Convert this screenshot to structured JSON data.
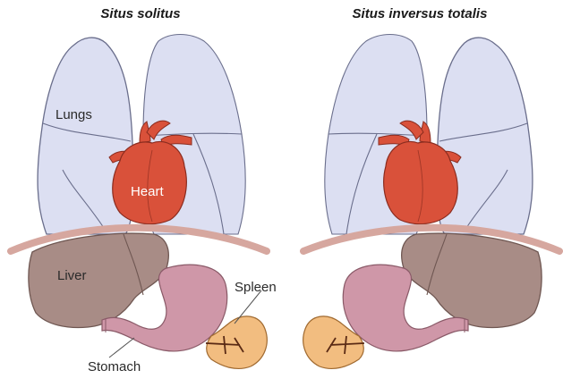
{
  "titles": {
    "left": "Situs solitus",
    "right": "Situs inversus totalis"
  },
  "labels": {
    "lungs": "Lungs",
    "heart": "Heart",
    "liver": "Liver",
    "spleen": "Spleen",
    "stomach": "Stomach"
  },
  "colors": {
    "lung_fill": "#dcdff2",
    "lung_stroke": "#6a6e8c",
    "heart": "#d9513a",
    "diaphragm": "#d6a79f",
    "liver": "#a88c86",
    "stomach": "#cf97a8",
    "spleen": "#f2bd80",
    "vessel": "#5a2a14"
  }
}
